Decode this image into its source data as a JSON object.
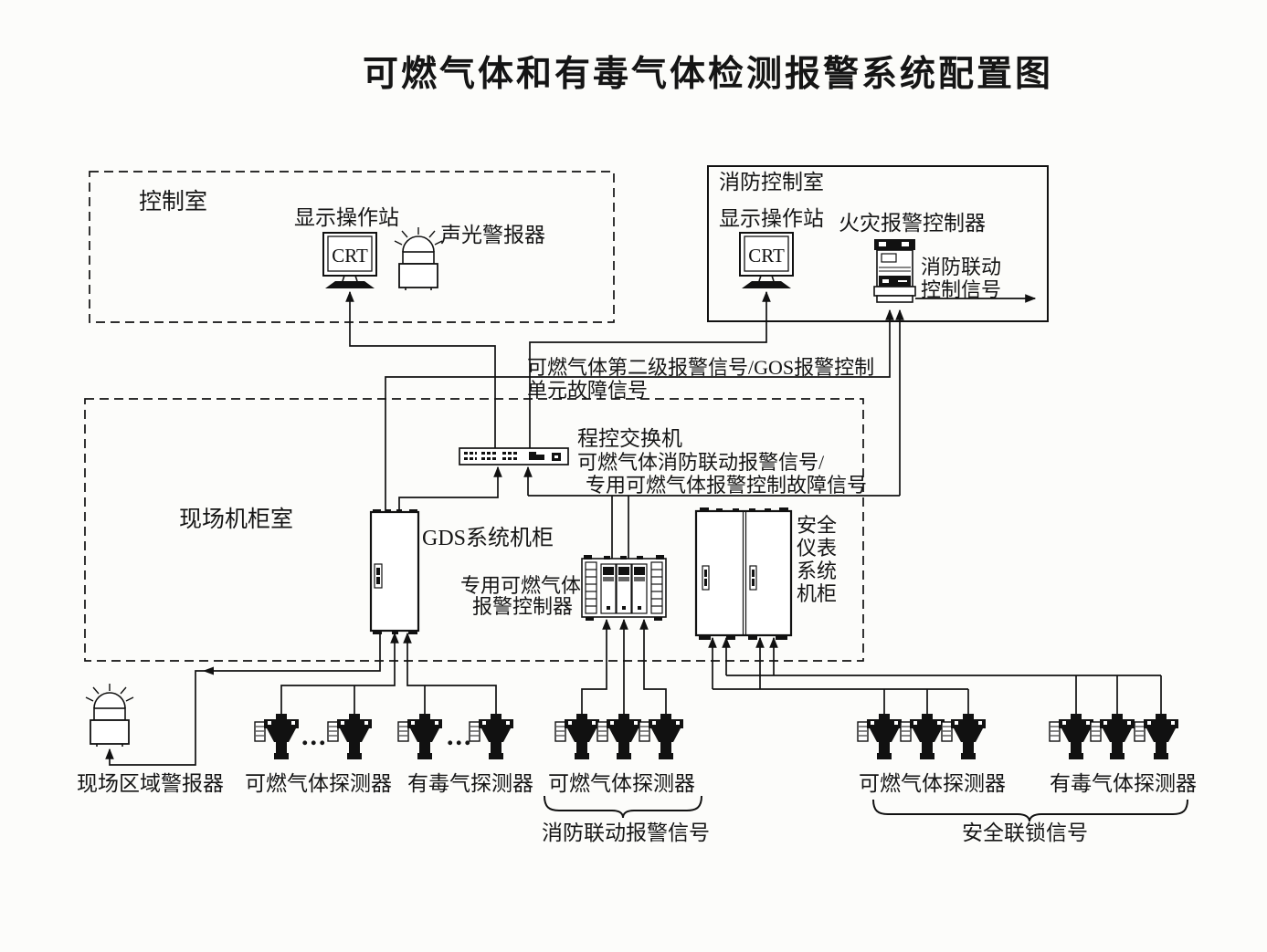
{
  "colors": {
    "ink": "#111111",
    "paper": "#fcfcfa"
  },
  "title": "可燃气体和有毒气体检测报警系统配置图",
  "control_room": {
    "label": "控制室",
    "station": "显示操作站",
    "crt": "CRT",
    "beacon": "声光警报器"
  },
  "fire_control_room": {
    "label": "消防控制室",
    "station": "显示操作站",
    "crt": "CRT",
    "controller": "火灾报警控制器",
    "signal_line1": "消防联动",
    "signal_line2": "控制信号"
  },
  "field_cabinet_room": {
    "label": "现场机柜室",
    "switch": "程控交换机",
    "gds_cabinet": "GDS系统机柜",
    "dedicated_line1": "专用可燃气体",
    "dedicated_line2": "报警控制器",
    "sis_cabinet": "安全\n仪表\n系统\n机柜"
  },
  "signals": {
    "second_level_line1": "可燃气体第二级报警信号/GOS报警控制",
    "second_level_line2": "单元故障信号",
    "fire_linkage_line1": "可燃气体消防联动报警信号/",
    "fire_linkage_line2": "专用可燃气体报警控制故障信号",
    "fire_linkage_group": "消防联动报警信号",
    "safety_interlock_group": "安全联锁信号"
  },
  "field_devices": {
    "area_alarm": "现场区域警报器",
    "combustible_left": "可燃气体探测器",
    "toxic_left": "有毒气探测器",
    "combustible_middle": "可燃气体探测器",
    "combustible_right": "可燃气体探测器",
    "toxic_right": "有毒气体探测器",
    "ellipsis": "..."
  },
  "icons": {
    "crt-monitor": "CRT workstation display",
    "alarm-beacon": "dome beacon with light rays",
    "fire-alarm-controller": "wall-mount alarm controller",
    "network-switch": "program-controlled switch with ports",
    "gds-cabinet": "single-door equipment cabinet",
    "dedicated-controller": "three-module rack controller",
    "sis-cabinet": "double-door equipment cabinet",
    "gas-detector": "industrial gas detector head"
  }
}
